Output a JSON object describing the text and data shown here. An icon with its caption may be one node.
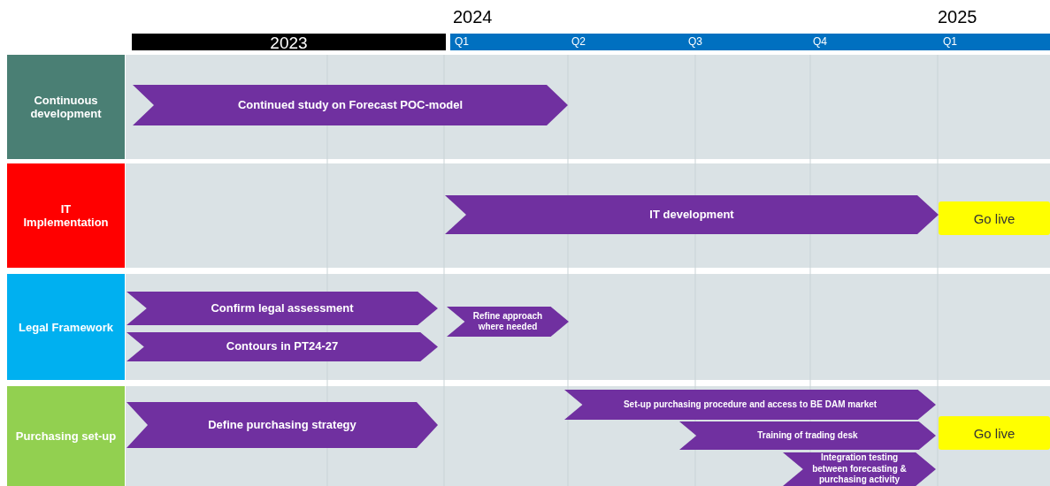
{
  "diagram": {
    "nodes": [
      {
        "text": [
          "Continuous development"
        ]
      },
      {
        "text": [
          "Continued study on Forecast POC-model"
        ]
      },
      {
        "text": [
          "IT Implementation"
        ]
      },
      {
        "text": [
          "IT development"
        ]
      },
      {
        "text": [
          "Go live"
        ]
      },
      {
        "text": [
          "Legal Framework"
        ]
      },
      {
        "text": [
          "Confirm legal assessment"
        ]
      },
      {
        "text": [
          "Refine approach where needed"
        ]
      },
      {
        "text": [
          "Contours in PT24-27"
        ]
      },
      {
        "text": [
          "Purchasing set-up"
        ]
      },
      {
        "text": [
          "Set-up purchasing procedure and access to BE DAM market"
        ]
      },
      {
        "text": [
          "Go live"
        ]
      },
      {
        "text": [
          "Define purchasing strategy"
        ]
      },
      {
        "text": [
          "Training of trading desk"
        ]
      },
      {
        "text": [
          "Integration testing between forecasting & purchasing activity"
        ]
      }
    ],
    "labels": [
      "2024",
      "2025",
      "2023",
      "Q1",
      "Q2",
      "Q3",
      "Q4",
      "Q1"
    ]
  }
}
